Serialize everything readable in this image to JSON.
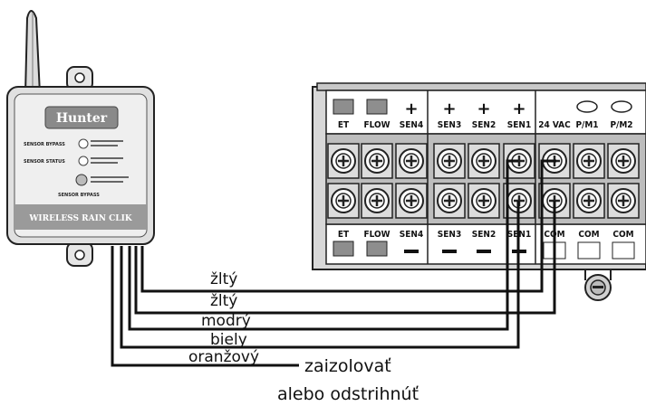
{
  "device": {
    "brand": "Hunter",
    "model": "WIRELESS RAIN CLIK",
    "sensor_bypass": "SENSOR BYPASS",
    "sensor_status": "SENSOR STATUS",
    "bypass_bottom": "SENSOR BYPASS"
  },
  "controller": {
    "top_labels": [
      "ET",
      "FLOW",
      "SEN4",
      "SEN3",
      "SEN2",
      "SEN1",
      "24 VAC",
      "P/M1",
      "P/M2"
    ],
    "bottom_labels": [
      "ET",
      "FLOW",
      "SEN4",
      "SEN3",
      "SEN2",
      "SEN1",
      "COM",
      "COM",
      "COM"
    ]
  },
  "wires": {
    "w1": "žltý",
    "w2": "žltý",
    "w3": "modrý",
    "w4": "biely",
    "w5": "oranžový"
  },
  "notes": {
    "insulate": "zaizolovať",
    "or_cut": "alebo odstrihnúť"
  }
}
